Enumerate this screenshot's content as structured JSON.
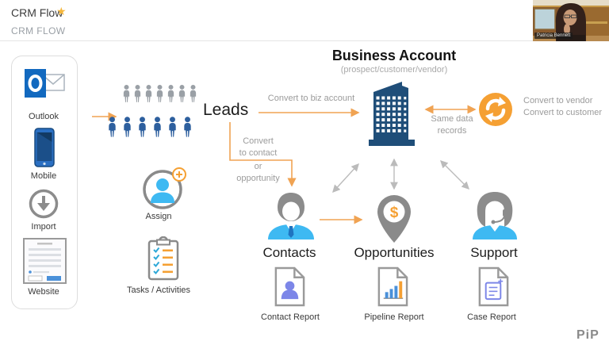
{
  "header": {
    "title": "CRM Flow",
    "star_icon": "★",
    "tab_label": "CRM FLOW"
  },
  "webcam": {
    "participant_name": "Patricia Bennett"
  },
  "sidebar": {
    "items": [
      {
        "label": "Outlook"
      },
      {
        "label": "Mobile"
      },
      {
        "label": "Import"
      },
      {
        "label": "Website"
      }
    ]
  },
  "diagram": {
    "crowd": {
      "gray_count": 7,
      "blue_count": 6
    },
    "leads_label": "Leads",
    "business_account_title": "Business Account",
    "business_account_subtitle": "(prospect/customer/vendor)",
    "opportunity_symbol": "$",
    "annotations": {
      "convert_biz": "Convert to biz account",
      "convert_contact": [
        "Convert",
        "to contact",
        "or",
        "opportunity"
      ],
      "same_data": [
        "Same data",
        "records"
      ],
      "convert_vendor": "Convert to vendor",
      "convert_customer": "Convert to customer"
    },
    "nodes": {
      "assign": "Assign",
      "tasks": "Tasks / Activities",
      "contacts": "Contacts",
      "opportunities": "Opportunities",
      "support": "Support"
    },
    "reports": [
      {
        "label": "Contact Report"
      },
      {
        "label": "Pipeline Report"
      },
      {
        "label": "Case Report"
      }
    ],
    "colors": {
      "accent_orange": "#F5A033",
      "arrow_orange": "#F0A353",
      "building_navy": "#1F4E79",
      "crowd_blue": "#2D5F9E",
      "crowd_gray": "#9AA0A6",
      "light_blue": "#3EB9F2",
      "connector_gray": "#BBBBBB"
    }
  },
  "watermark": "PiP"
}
